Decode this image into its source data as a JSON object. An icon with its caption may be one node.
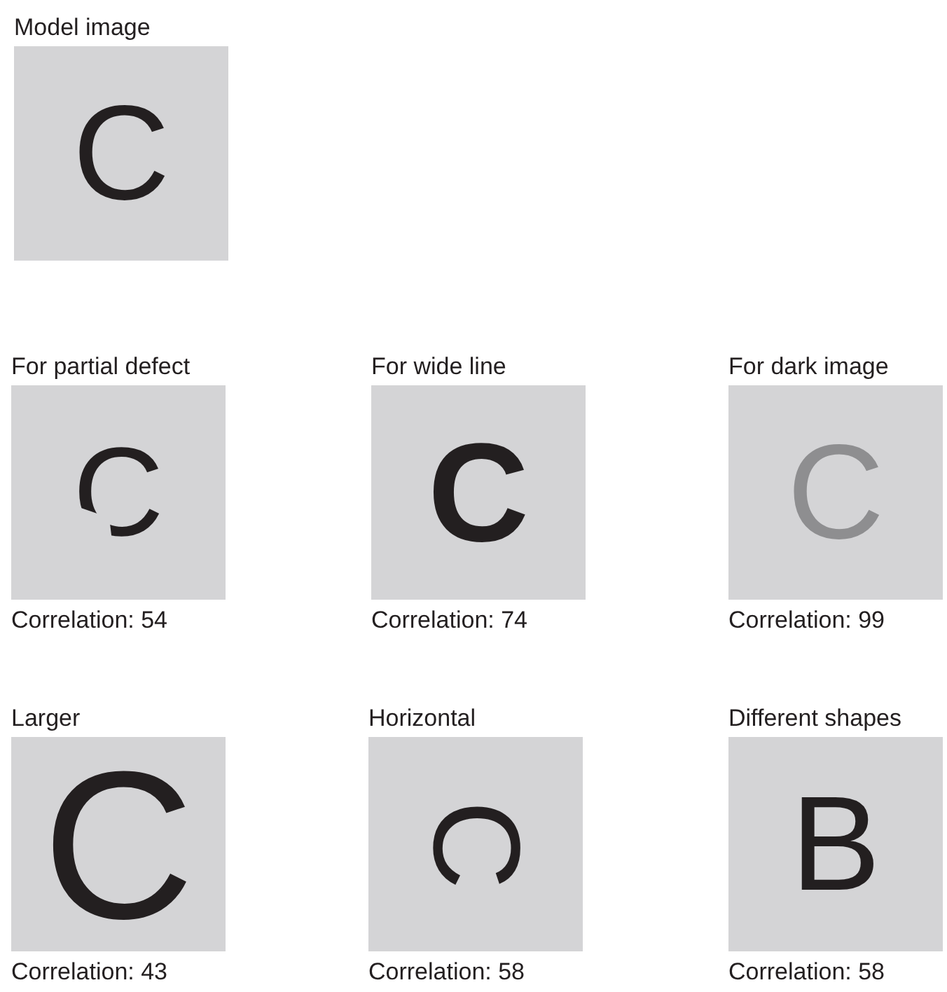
{
  "diagram": {
    "nodes": [
      {
        "text": [
          "Model image",
          "C"
        ]
      },
      {
        "text": [
          "For partial defect",
          "C"
        ],
        "beside": [
          "Correlation: 54"
        ]
      },
      {
        "text": [
          "For wide line",
          "C"
        ],
        "beside": [
          "Correlation: 74"
        ]
      },
      {
        "text": [
          "For dark image",
          "C"
        ],
        "beside": [
          "Correlation: 99"
        ]
      },
      {
        "text": [
          "Larger",
          "C"
        ],
        "beside": [
          "Correlation: 43"
        ]
      },
      {
        "text": [
          "Horizontal",
          "C"
        ],
        "beside": [
          "Correlation: 58"
        ]
      },
      {
        "text": [
          "Different shapes",
          "B"
        ],
        "beside": [
          "Correlation: 58"
        ]
      }
    ]
  }
}
